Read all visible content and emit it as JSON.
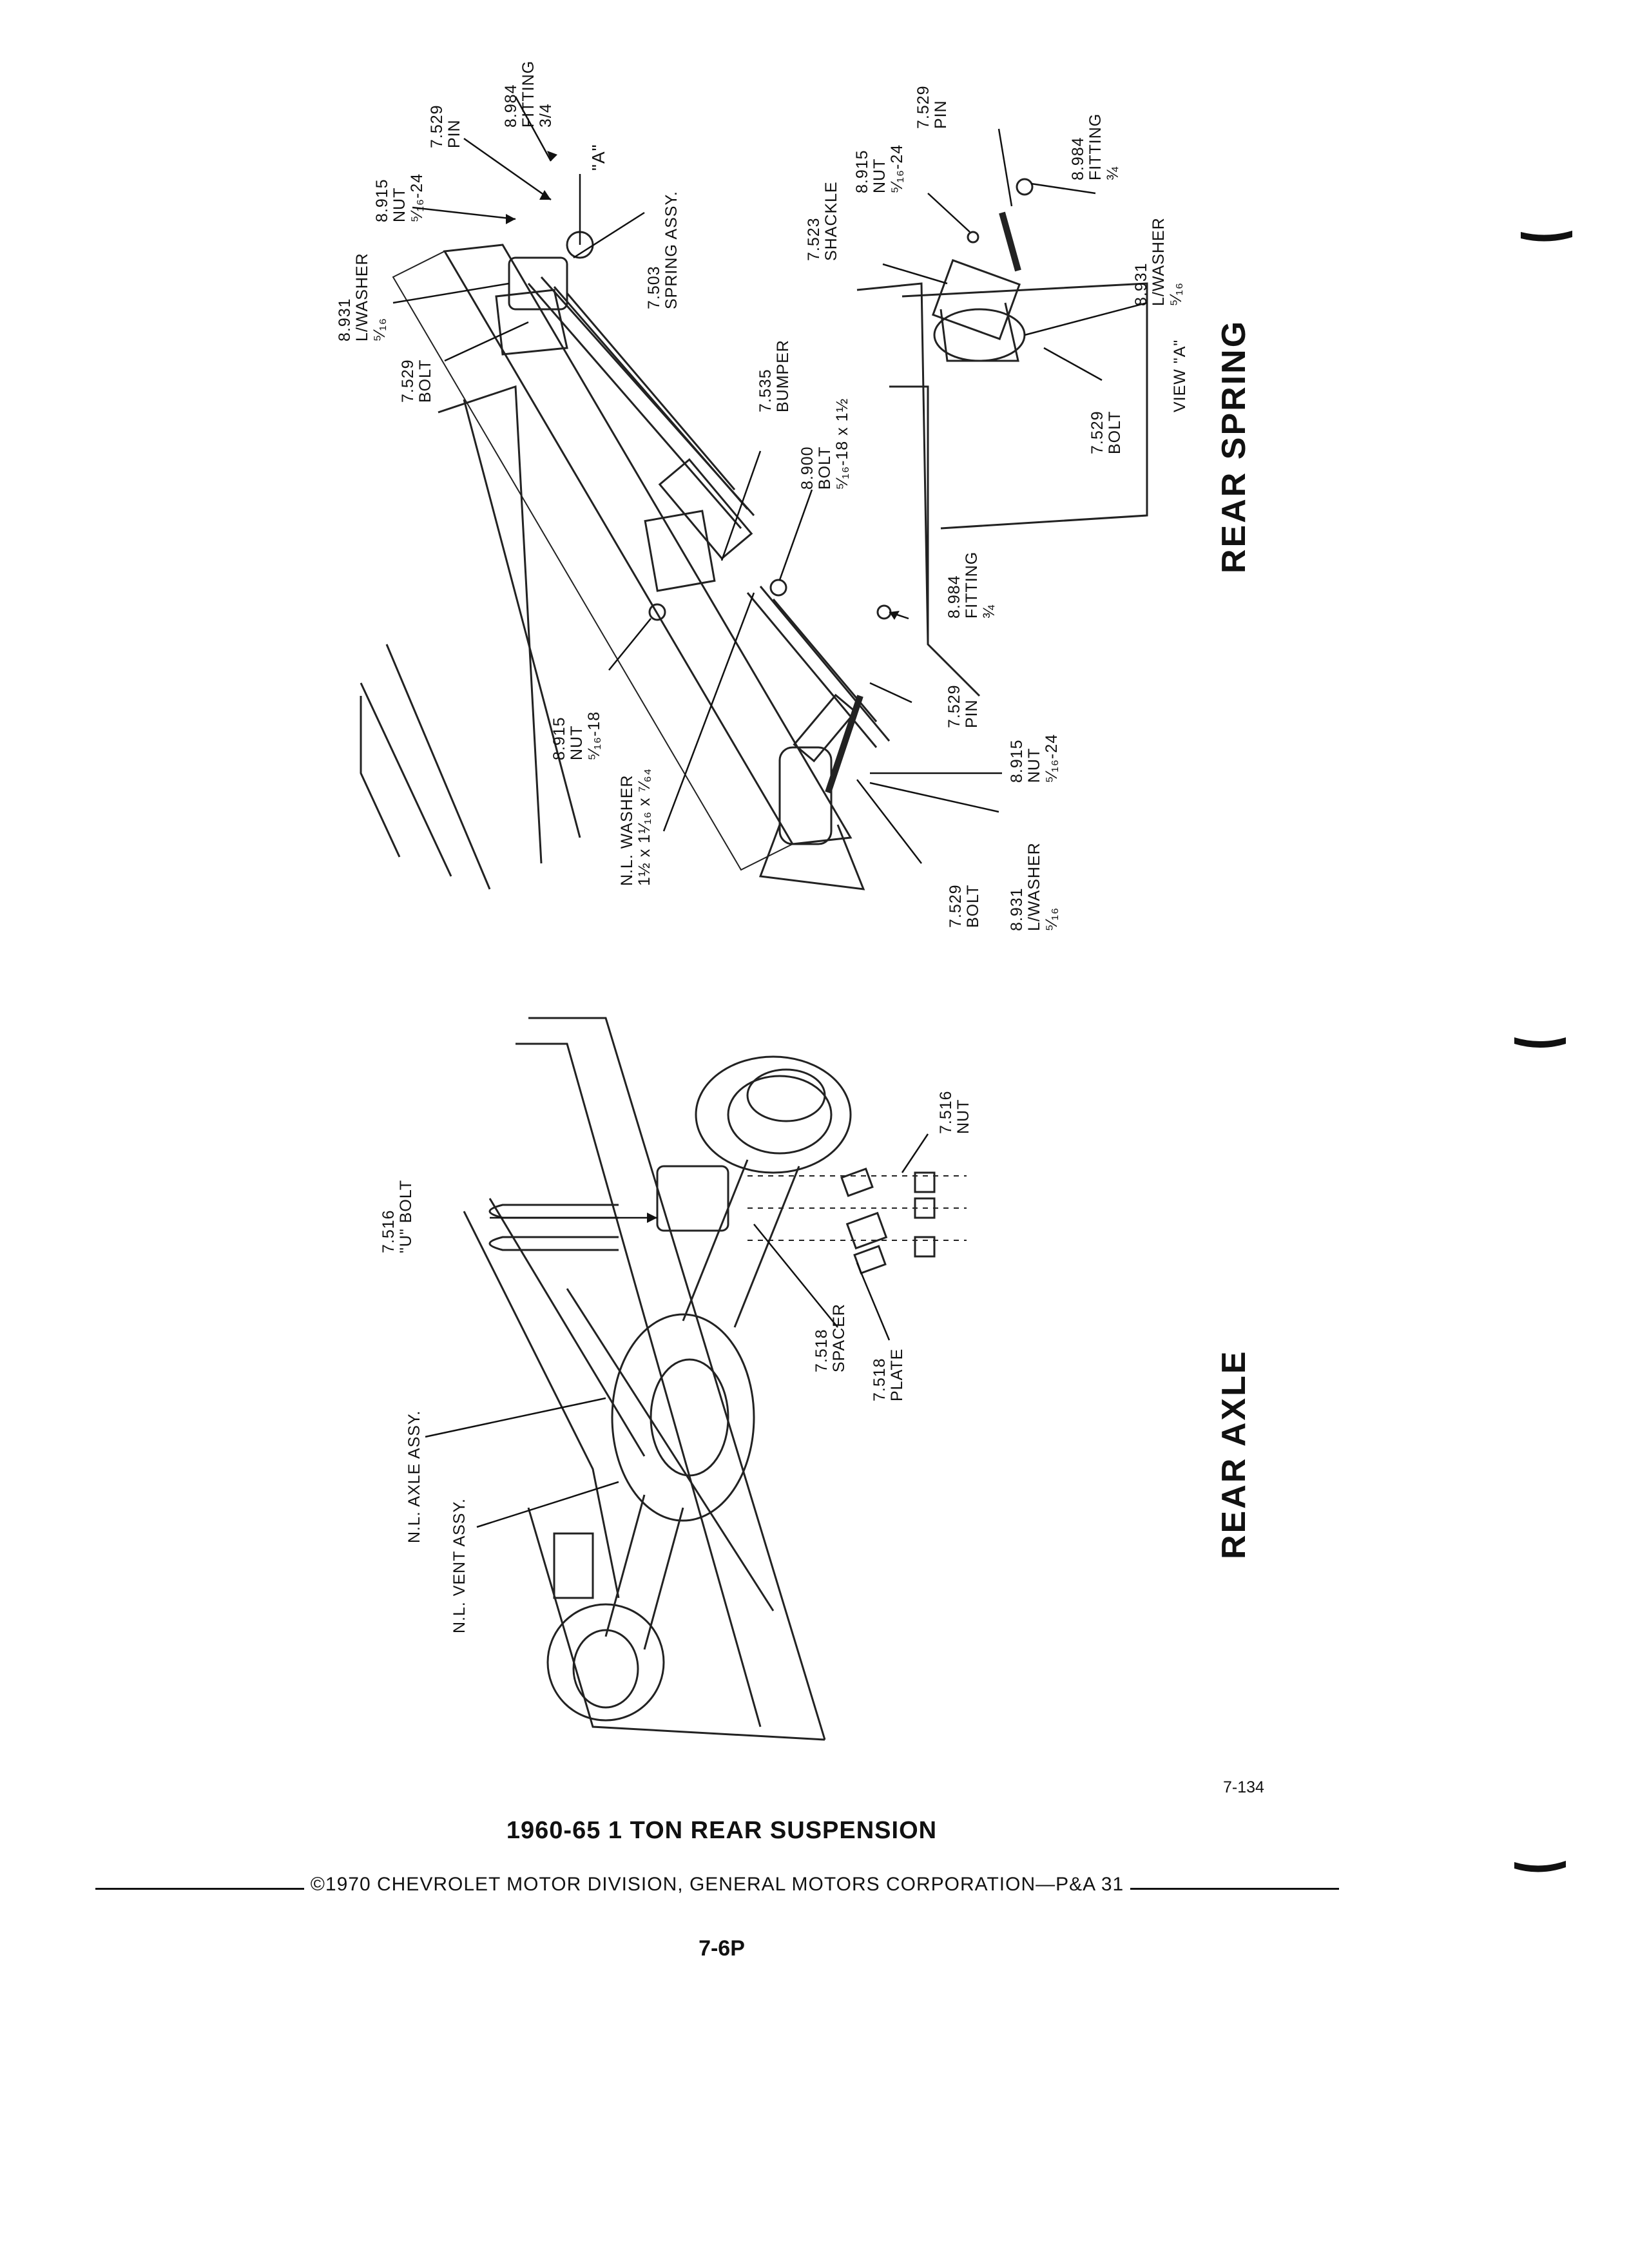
{
  "rear_spring": {
    "heading": "REAR SPRING",
    "callouts": {
      "fitting_top": [
        "8.984",
        "FITTING",
        "3/4"
      ],
      "pin_top": [
        "7.529",
        "PIN"
      ],
      "view_a_marker": [
        "\"A\""
      ],
      "nut_top": [
        "8.915",
        "NUT",
        "⁵⁄₁₆-24"
      ],
      "washer_top": [
        "8.931",
        "L/WASHER",
        "⁵⁄₁₆"
      ],
      "spring_assy": [
        "7.503",
        "SPRING ASSY."
      ],
      "bolt_top": [
        "7.529",
        "BOLT"
      ],
      "bumper": [
        "7.535",
        "BUMPER"
      ],
      "bolt_center": [
        "8.900",
        "BOLT",
        "⁵⁄₁₆-18 x 1½"
      ],
      "nut_center": [
        "8.915",
        "NUT",
        "⁵⁄₁₆-18"
      ],
      "nl_washer": [
        "N.L. WASHER",
        "1½ x 1¹⁄₁₆ x ⁷⁄₆₄"
      ],
      "fitting_bottom": [
        "8.984",
        "FITTING",
        "¾"
      ],
      "pin_bottom": [
        "7.529",
        "PIN"
      ],
      "nut_bottom": [
        "8.915",
        "NUT",
        "⁵⁄₁₆-24"
      ],
      "bolt_bottom": [
        "7.529",
        "BOLT"
      ],
      "washer_bottom": [
        "8.931",
        "L/WASHER",
        "⁵⁄₁₆"
      ]
    },
    "view_a": {
      "caption": "VIEW \"A\"",
      "callouts": {
        "shackle": [
          "7.523",
          "SHACKLE"
        ],
        "nut": [
          "8.915",
          "NUT",
          "⁵⁄₁₆-24"
        ],
        "pin": [
          "7.529",
          "PIN"
        ],
        "fitting": [
          "8.984",
          "FITTING",
          "¾"
        ],
        "washer": [
          "8.931",
          "L/WASHER",
          "⁵⁄₁₆"
        ],
        "bolt": [
          "7.529",
          "BOLT"
        ]
      }
    }
  },
  "rear_axle": {
    "heading": "REAR AXLE",
    "callouts": {
      "u_bolt": [
        "7.516",
        "\"U\" BOLT"
      ],
      "nut": [
        "7.516",
        "NUT"
      ],
      "spacer": [
        "7.518",
        "SPACER"
      ],
      "plate": [
        "7.518",
        "PLATE"
      ],
      "axle_assy": [
        "N.L. AXLE ASSY."
      ],
      "vent_assy": [
        "N.L. VENT ASSY."
      ]
    }
  },
  "figure_number": "7-134",
  "page_title": "1960-65 1 TON REAR SUSPENSION",
  "copyright": "©1970 CHEVROLET MOTOR DIVISION, GENERAL MOTORS CORPORATION—P&A 31",
  "page_number": "7-6P"
}
